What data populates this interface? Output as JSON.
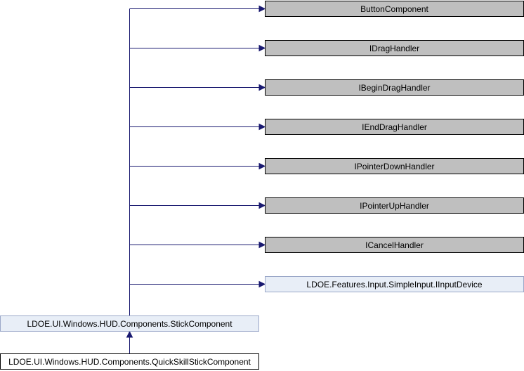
{
  "diagram": {
    "nodes": {
      "button_component": "ButtonComponent",
      "idrag_handler": "IDragHandler",
      "ibegin_drag_handler": "IBeginDragHandler",
      "iend_drag_handler": "IEndDragHandler",
      "ipointer_down_handler": "IPointerDownHandler",
      "ipointer_up_handler": "IPointerUpHandler",
      "icancel_handler": "ICancelHandler",
      "iinput_device": "LDOE.Features.Input.SimpleInput.IInputDevice",
      "stick_component": "LDOE.UI.Windows.HUD.Components.StickComponent",
      "quick_skill_stick_component": "LDOE.UI.Windows.HUD.Components.QuickSkillStickComponent"
    },
    "colors": {
      "external_fill": "#bfbfbf",
      "documented_fill": "#e8eef7",
      "current_fill": "#ffffff",
      "edge": "#191970"
    }
  }
}
